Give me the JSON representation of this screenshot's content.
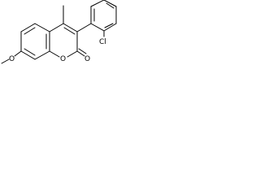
{
  "molecule": {
    "atoms": {
      "methoxy_oxygen": "O",
      "ring_oxygen": "O",
      "carbonyl_oxygen": "O",
      "chloro": "Cl"
    }
  }
}
